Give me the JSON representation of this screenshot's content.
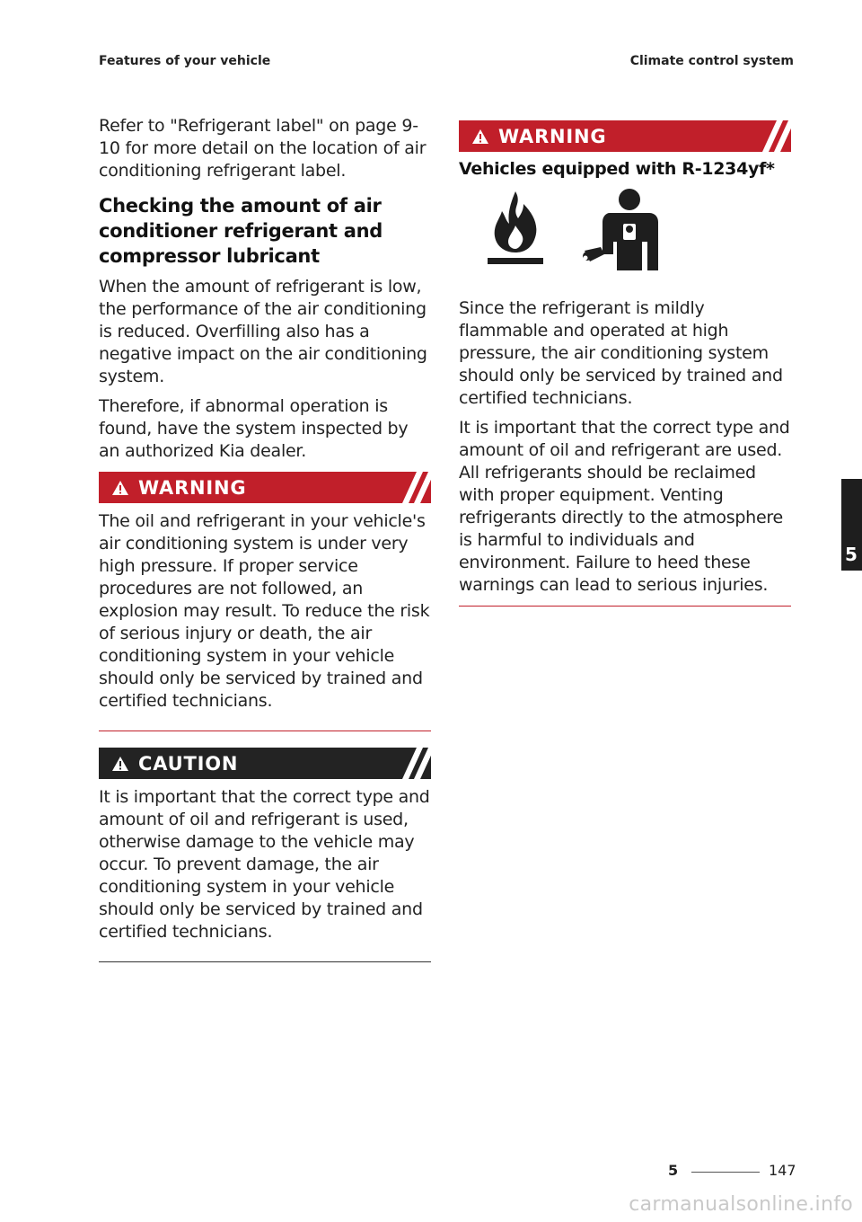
{
  "header": {
    "left": "Features of your vehicle",
    "right": "Climate control system"
  },
  "left_column": {
    "intro": "Refer to \"Refrigerant label\" on page 9-10 for more detail on the location of air conditioning refrigerant label.",
    "section_heading": "Checking the amount of air conditioner refrigerant and compressor lubricant",
    "para1": "When the amount of refrigerant is low, the performance of the air conditioning is reduced. Overfilling also has a negative impact on the air conditioning system.",
    "para2": "Therefore, if abnormal operation is found, have the system inspected by an authorized Kia dealer.",
    "warning": {
      "label": "WARNING",
      "text": "The oil and refrigerant in your vehicle's air conditioning system is under very high pressure. If proper service procedures are not followed, an explosion may result. To reduce the risk of serious injury or death, the air conditioning system in your vehicle should only be serviced by trained and certified technicians."
    },
    "caution": {
      "label": "CAUTION",
      "text": "It is important that the correct type and amount of oil and refrigerant is used, otherwise damage to the vehicle may occur. To prevent damage, the air conditioning system in your vehicle should only be serviced by trained and certified technicians."
    }
  },
  "right_column": {
    "warning": {
      "label": "WARNING",
      "subhead": "Vehicles equipped with R-1234yf*",
      "icons": [
        "flammable-icon",
        "technician-icon"
      ],
      "para1": "Since the refrigerant is mildly flammable and operated at high pressure, the air conditioning system should only be serviced by trained and certified technicians.",
      "para2": "It is important that the correct type and amount of oil and refrigerant are used. All refrigerants should be reclaimed with proper equipment. Venting refrigerants directly to the atmosphere is harmful to individuals and environment. Failure to heed these warnings can lead to serious injuries."
    }
  },
  "side_tab": {
    "chapter": "5"
  },
  "footer": {
    "chapter": "5",
    "page": "147"
  },
  "watermark": "carmanualsonline.info",
  "colors": {
    "warning": "#c11f2a",
    "caution": "#232323"
  }
}
